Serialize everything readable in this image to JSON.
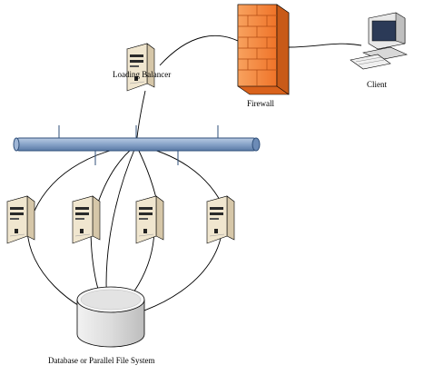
{
  "labels": {
    "load_balancer": "Loading Balancer",
    "firewall": "Firewall",
    "client": "Client",
    "storage": "Database or Parallel File System"
  },
  "colors": {
    "bus_fill": "#87a3c8",
    "bus_stroke": "#2f4f7a",
    "firewall_fill": "#f3803a",
    "server_front": "#f4ecd8",
    "server_side": "#d9cbb0",
    "outline": "#000000"
  },
  "icons": {
    "load_balancer": "server-tower-icon",
    "firewall": "brick-firewall-icon",
    "client": "desktop-computer-icon",
    "nodes": "server-tower-icon",
    "storage": "database-cylinder-icon",
    "bus": "network-bus-pipe-icon"
  }
}
